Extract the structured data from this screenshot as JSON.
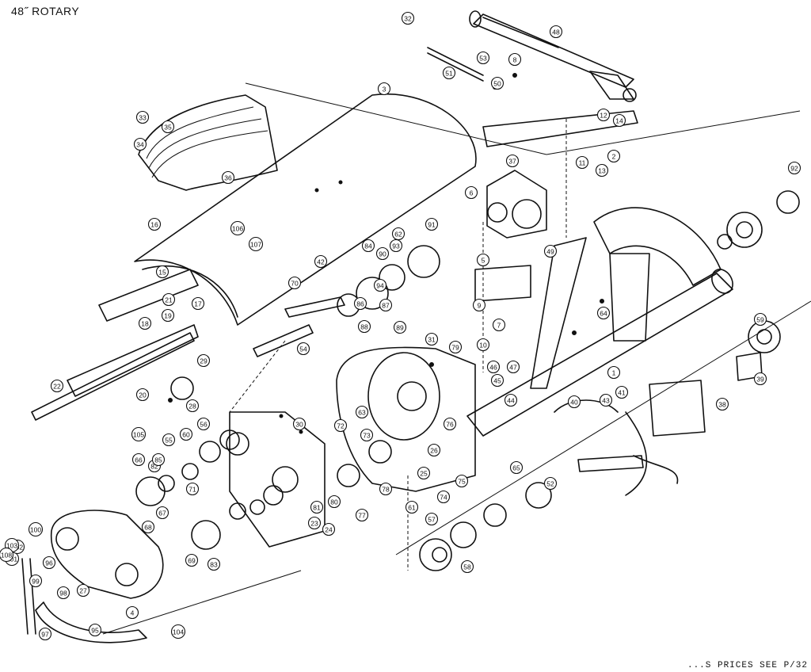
{
  "title": "48˝ ROTARY",
  "footnote": "...S PRICES SEE P/32",
  "callouts": [
    "1",
    "2",
    "3",
    "4",
    "5",
    "6",
    "7",
    "8",
    "9",
    "10",
    "11",
    "12",
    "13",
    "14",
    "15",
    "16",
    "17",
    "18",
    "19",
    "20",
    "21",
    "22",
    "23",
    "24",
    "25",
    "26",
    "27",
    "28",
    "29",
    "30",
    "31",
    "32",
    "33",
    "34",
    "35",
    "36",
    "37",
    "38",
    "39",
    "40",
    "41",
    "42",
    "43",
    "44",
    "45",
    "46",
    "47",
    "48",
    "49",
    "50",
    "51",
    "52",
    "53",
    "54",
    "55",
    "56",
    "57",
    "58",
    "59",
    "60",
    "61",
    "62",
    "63",
    "64",
    "65",
    "66",
    "67",
    "68",
    "69",
    "70",
    "71",
    "72",
    "73",
    "74",
    "75",
    "76",
    "77",
    "78",
    "79",
    "80",
    "81",
    "82",
    "83",
    "84",
    "85",
    "86",
    "87",
    "88",
    "89",
    "90",
    "91",
    "92",
    "93",
    "94",
    "95",
    "96",
    "97",
    "98",
    "99",
    "100",
    "101",
    "102",
    "103",
    "104",
    "105",
    "106",
    "107",
    "108"
  ]
}
